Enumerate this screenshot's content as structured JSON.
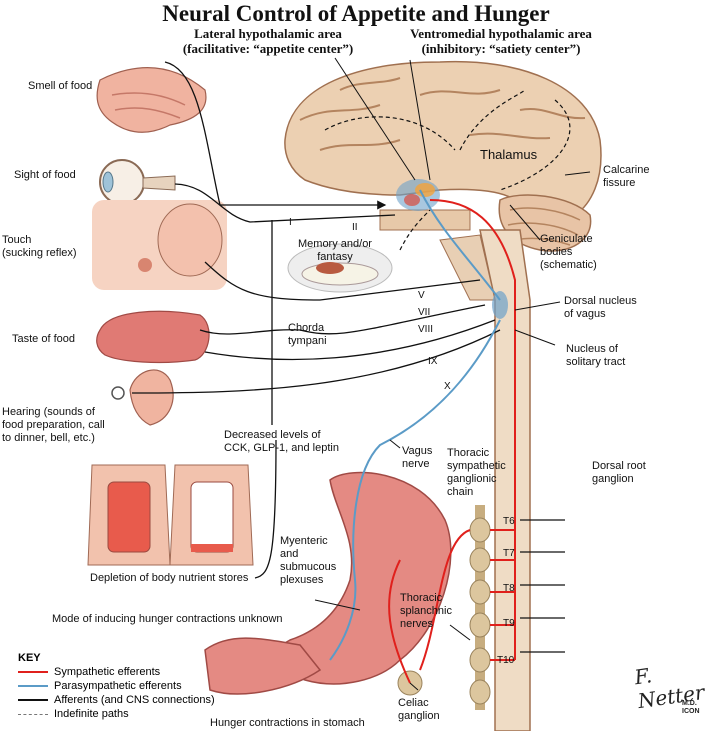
{
  "title": "Neural Control of Appetite and Hunger",
  "headers": {
    "lateral": "Lateral hypothalamic area\n(facilitative: “appetite center”)",
    "ventromedial": "Ventromedial hypothalamic area\n(inhibitory: “satiety center”)"
  },
  "labels": {
    "smell": "Smell of food",
    "sight": "Sight of food",
    "touch": "Touch\n(sucking reflex)",
    "taste": "Taste of food",
    "hearing": "Hearing (sounds of\nfood preparation, call\nto dinner, bell, etc.)",
    "depletion": "Depletion of body nutrient stores",
    "mode": "Mode of inducing hunger contractions unknown",
    "hunger": "Hunger contractions in stomach",
    "thalamus": "Thalamus",
    "calcarine": "Calcarine\nfissure",
    "geniculate": "Geniculate\nbodies\n(schematic)",
    "memory": "Memory and/or\nfantasy",
    "chorda": "Chorda\ntympani",
    "dorsal_vagus": "Dorsal nucleus\nof vagus",
    "solitary": "Nucleus of\nsolitary tract",
    "decreased": "Decreased levels of\nCCK, GLP-1, and leptin",
    "vagus": "Vagus\nnerve",
    "thoracic_chain": "Thoracic\nsympathetic\nganglionic\nchain",
    "dorsal_root": "Dorsal root\nganglion",
    "myenteric": "Myenteric\nand\nsubmucous\nplexuses",
    "splanchnic": "Thoracic\nsplanchnic\nnerves",
    "celiac": "Celiac\nganglion"
  },
  "cranial_nerves": [
    "I",
    "II",
    "V",
    "VII",
    "VIII",
    "IX",
    "X"
  ],
  "thoracic_levels": [
    "T6",
    "T7",
    "T8",
    "T9",
    "T10"
  ],
  "key": {
    "title": "KEY",
    "items": [
      {
        "label": "Sympathetic efferents",
        "color": "#e0201c",
        "style": "solid"
      },
      {
        "label": "Parasympathetic efferents",
        "color": "#5b9bc7",
        "style": "solid"
      },
      {
        "label": "Afferents (and CNS connections)",
        "color": "#111111",
        "style": "solid"
      },
      {
        "label": "Indefinite paths",
        "color": "#777777",
        "style": "dashed"
      }
    ]
  },
  "signature": "F. Netter",
  "signature_sub": "M.D.\nICON",
  "colors": {
    "brain": "#e9c9a8",
    "brain_fold": "#b4845f",
    "skin": "#f1b9a2",
    "stomach": "#e48a83",
    "spinal": "#efdcc5",
    "ganglion": "#d9c49d"
  }
}
